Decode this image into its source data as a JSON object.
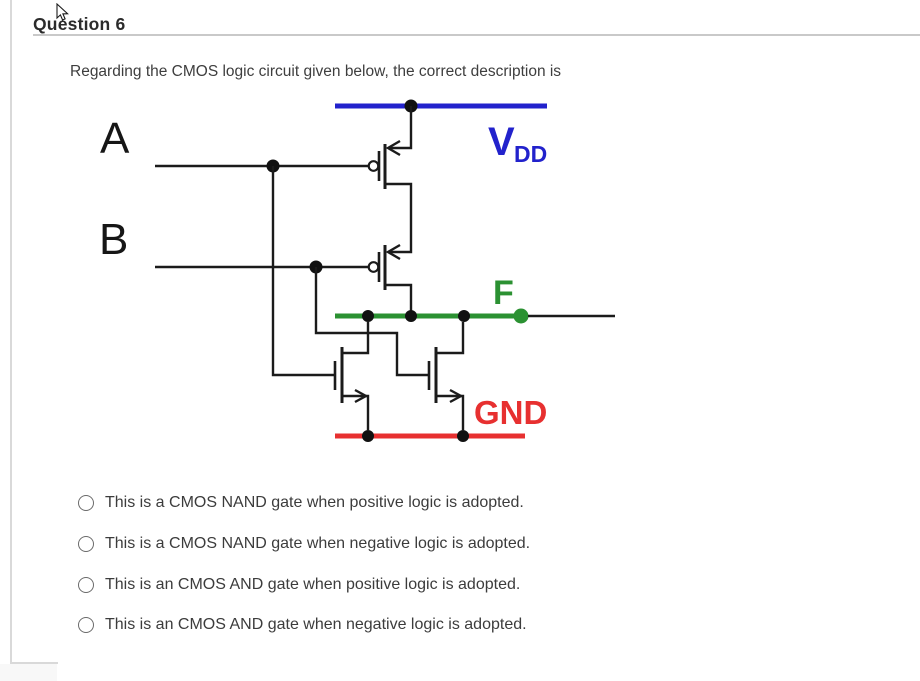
{
  "header": {
    "title": "Question 6"
  },
  "question": {
    "text": "Regarding the CMOS logic circuit given below, the correct description is"
  },
  "circuit": {
    "labels": {
      "input_a": "A",
      "input_b": "B",
      "vdd_main": "V",
      "vdd_sub": "DD",
      "output": "F",
      "ground": "GND"
    },
    "colors": {
      "vdd_rail": "#2222cc",
      "output_rail": "#2b9132",
      "ground_rail": "#e73030",
      "wire": "#1b1b1b"
    }
  },
  "options": [
    {
      "label": "This is a CMOS NAND gate when positive logic is adopted.",
      "selected": false
    },
    {
      "label": "This is a CMOS NAND gate when negative logic is adopted.",
      "selected": false
    },
    {
      "label": "This is an CMOS AND gate when positive logic is adopted.",
      "selected": false
    },
    {
      "label": "This is an CMOS AND gate when negative logic is adopted.",
      "selected": false
    }
  ]
}
